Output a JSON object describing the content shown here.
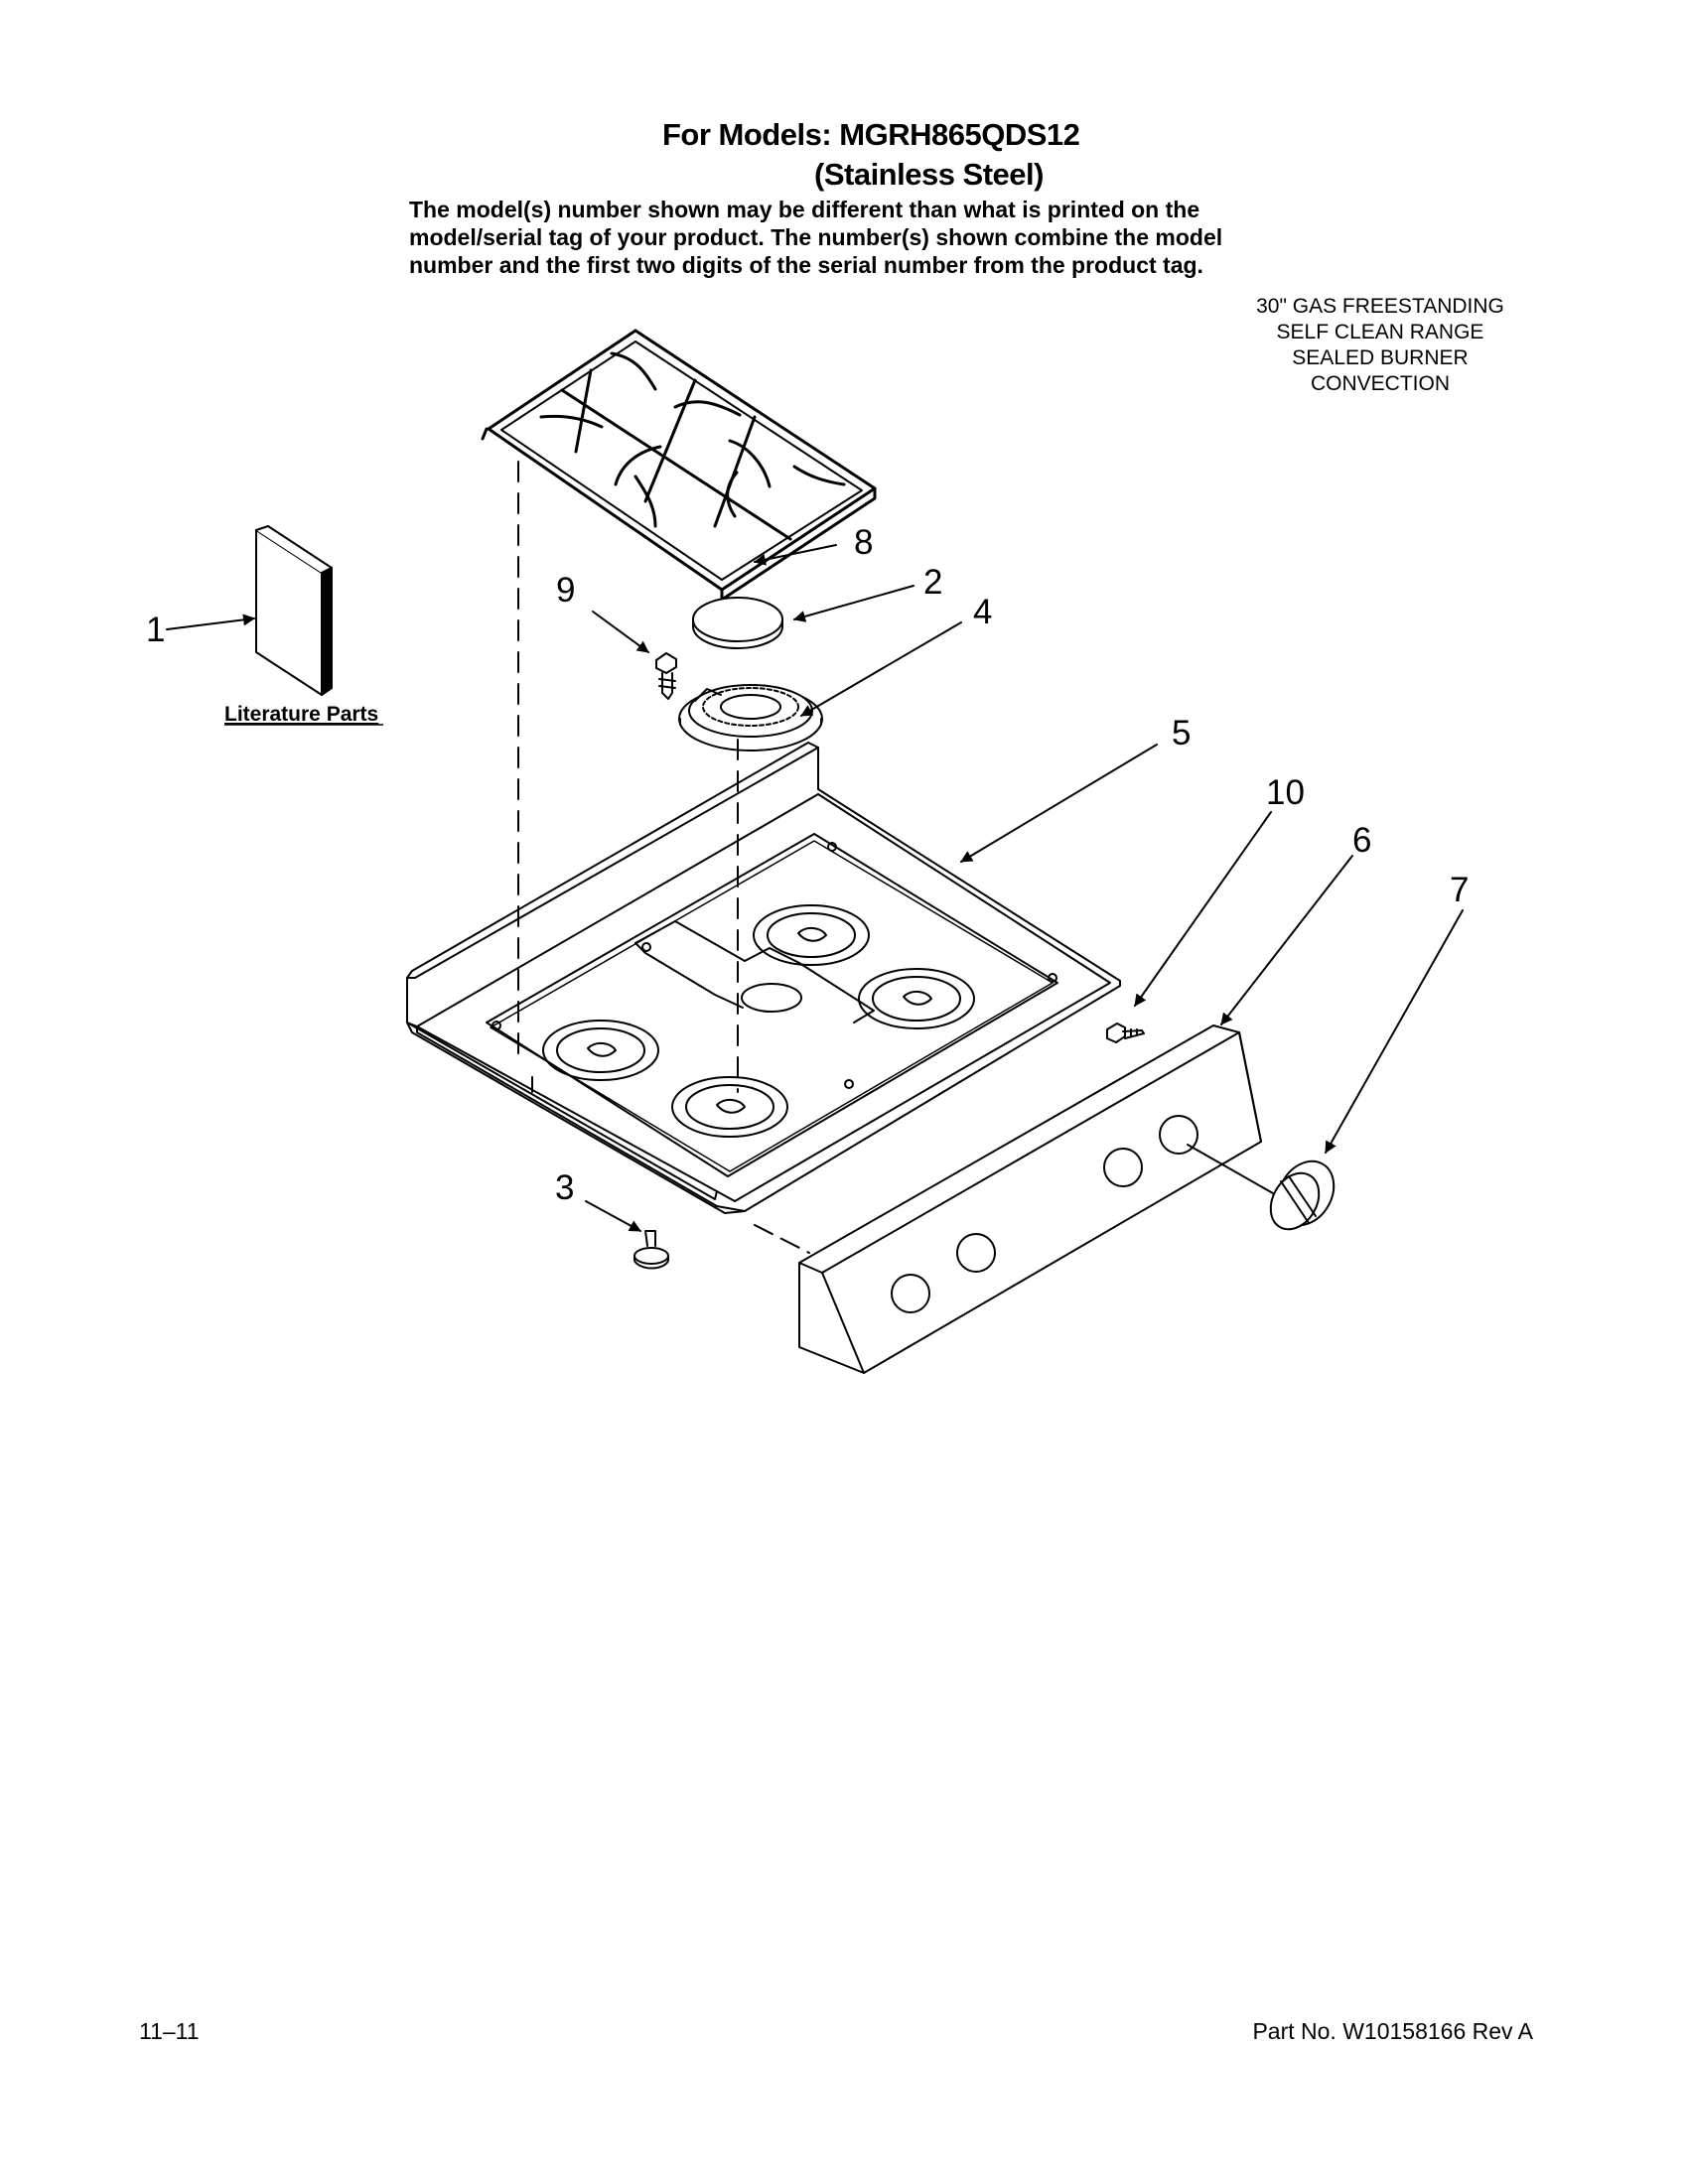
{
  "header": {
    "title_line1": "For Models: MGRH865QDS12",
    "title_line2": "(Stainless Steel)",
    "disclaimer_lines": [
      "The model(s) number shown may be different than what is printed on the",
      "model/serial tag of your product. The number(s) shown combine the model",
      "number and the first two digits of the serial number from the product tag."
    ]
  },
  "product_description": [
    "30\" GAS FREESTANDING",
    "SELF CLEAN RANGE",
    "SEALED BURNER",
    "CONVECTION"
  ],
  "literature_label": "Literature Parts",
  "callouts": [
    {
      "id": "1",
      "part": "literature"
    },
    {
      "id": "2",
      "part": "burner-cap"
    },
    {
      "id": "3",
      "part": "leveling-leg"
    },
    {
      "id": "4",
      "part": "burner-base"
    },
    {
      "id": "5",
      "part": "cooktop"
    },
    {
      "id": "6",
      "part": "control-panel"
    },
    {
      "id": "7",
      "part": "knob"
    },
    {
      "id": "8",
      "part": "grate"
    },
    {
      "id": "9",
      "part": "screw"
    },
    {
      "id": "10",
      "part": "panel-screw"
    }
  ],
  "footer": {
    "date_code": "11–11",
    "part_number": "Part No. W10158166 Rev A"
  }
}
